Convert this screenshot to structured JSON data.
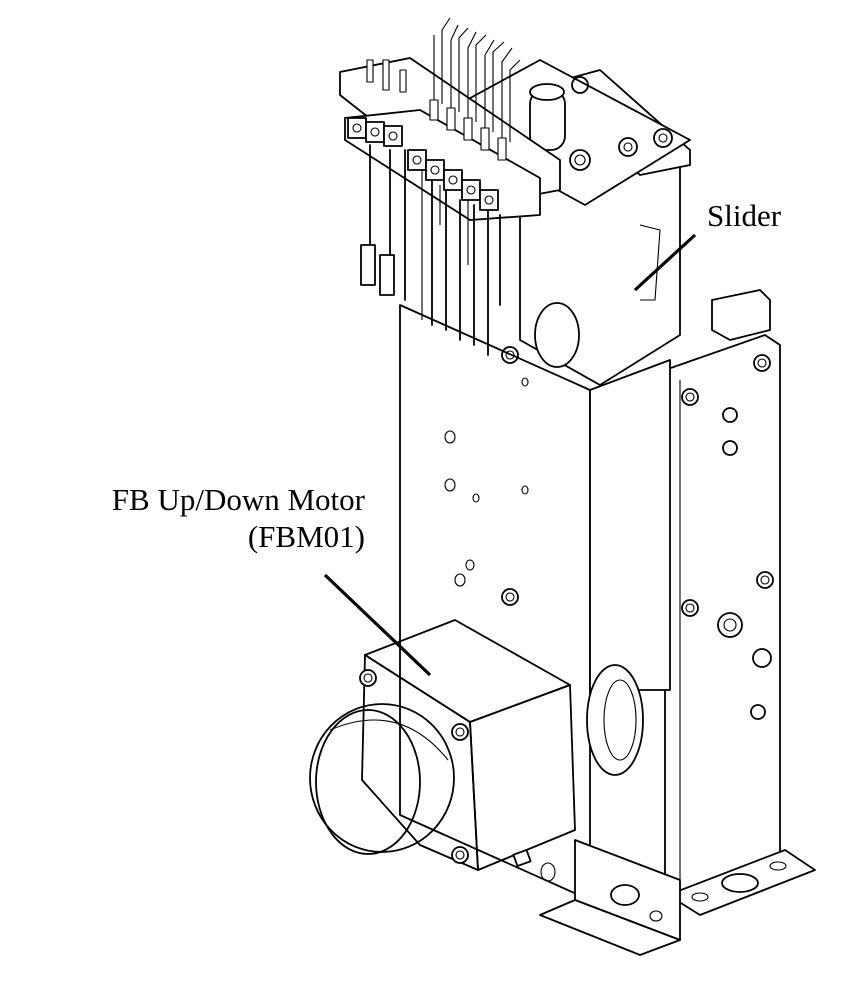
{
  "labels": {
    "slider": "Slider",
    "motor_line1": "FB Up/Down Motor",
    "motor_line2": "(FBM01)"
  },
  "colors": {
    "highlight": "#f2ef6a",
    "highlight_dark": "#e0dc4e",
    "line": "#000000",
    "background": "#ffffff"
  }
}
